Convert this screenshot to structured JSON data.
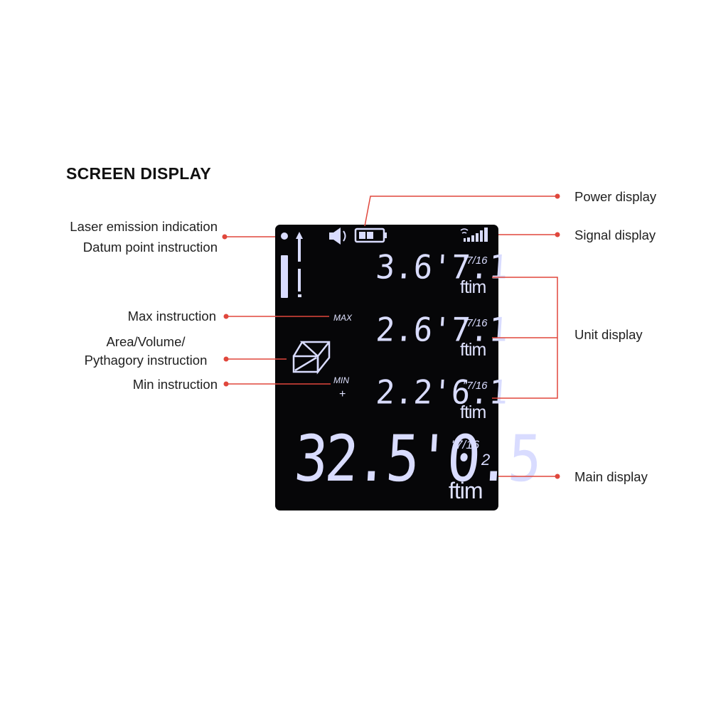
{
  "title": "SCREEN DISPLAY",
  "callouts": {
    "laser": "Laser emission indication",
    "datum": "Datum point instruction",
    "max": "Max instruction",
    "area_1": "Area/Volume/",
    "area_2": "Pythagory instruction",
    "min": "Min instruction",
    "power": "Power display",
    "signal": "Signal display",
    "unit": "Unit display",
    "main": "Main display"
  },
  "lcd": {
    "max_tag": "MAX",
    "min_tag": "MIN",
    "plus": "+",
    "rows": [
      {
        "value": "3.6'7.1",
        "frac": "\"7/16",
        "unit": "ftim"
      },
      {
        "value": "2.6'7.1",
        "frac": "\"7/16",
        "unit": "ftim"
      },
      {
        "value": "2.2'6.1",
        "frac": "\"7/16",
        "unit": "ftim"
      }
    ],
    "main": {
      "value": "32.5'0.5",
      "frac": "\"7/16",
      "sub": "2",
      "unit": "ftim"
    }
  },
  "colors": {
    "callout_line": "#e0473c",
    "lcd_bg": "#060608",
    "lcd_text": "#d9dcff"
  }
}
